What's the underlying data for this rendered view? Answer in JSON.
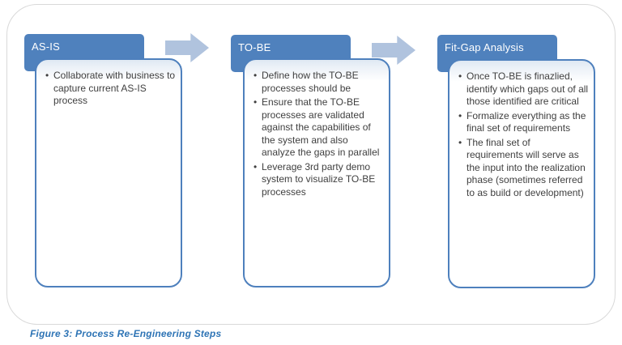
{
  "figure": {
    "caption": "Figure 3: Process Re-Engineering Steps"
  },
  "colors": {
    "header_blue": "#4f81bd",
    "body_border_blue": "#4e80bd",
    "arrow_blue": "#b0c3de",
    "body_top_tint": "#dfe8f3",
    "frame_gray": "#d9d9d9",
    "caption_blue": "#2e74b5",
    "text_dark": "#3f3f3f"
  },
  "icons": [
    {
      "name": "block-arrow-right",
      "glyph": "➡"
    }
  ],
  "cards": [
    {
      "title": "AS-IS",
      "bullets": [
        "Collaborate with business to capture current AS-IS process"
      ]
    },
    {
      "title": "TO-BE",
      "bullets": [
        "Define how the TO-BE processes should be",
        "Ensure that the TO-BE processes are validated against the capabilities of the system and also analyze the gaps in parallel",
        "Leverage 3rd party demo system to visualize TO-BE processes"
      ]
    },
    {
      "title": "Fit-Gap Analysis",
      "bullets": [
        "Once TO-BE is finazlied, identify which gaps out of all those identified are critical",
        "Formalize everything as the final set of requirements",
        "The final set of requirements will serve as the input into the realization phase (sometimes referred to as build or development)"
      ]
    }
  ]
}
